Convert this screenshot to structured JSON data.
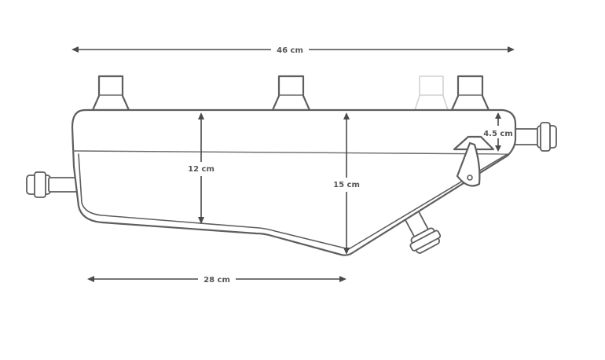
{
  "diagram": {
    "dimensions": {
      "total_length": "46 cm",
      "height_rear": "12 cm",
      "height_middle": "15 cm",
      "height_front": "4.5 cm",
      "bottom_length": "28 cm"
    },
    "colors": {
      "outline": "#5e5e5e",
      "dimension": "#4a4a4a",
      "background": "#ffffff"
    }
  }
}
